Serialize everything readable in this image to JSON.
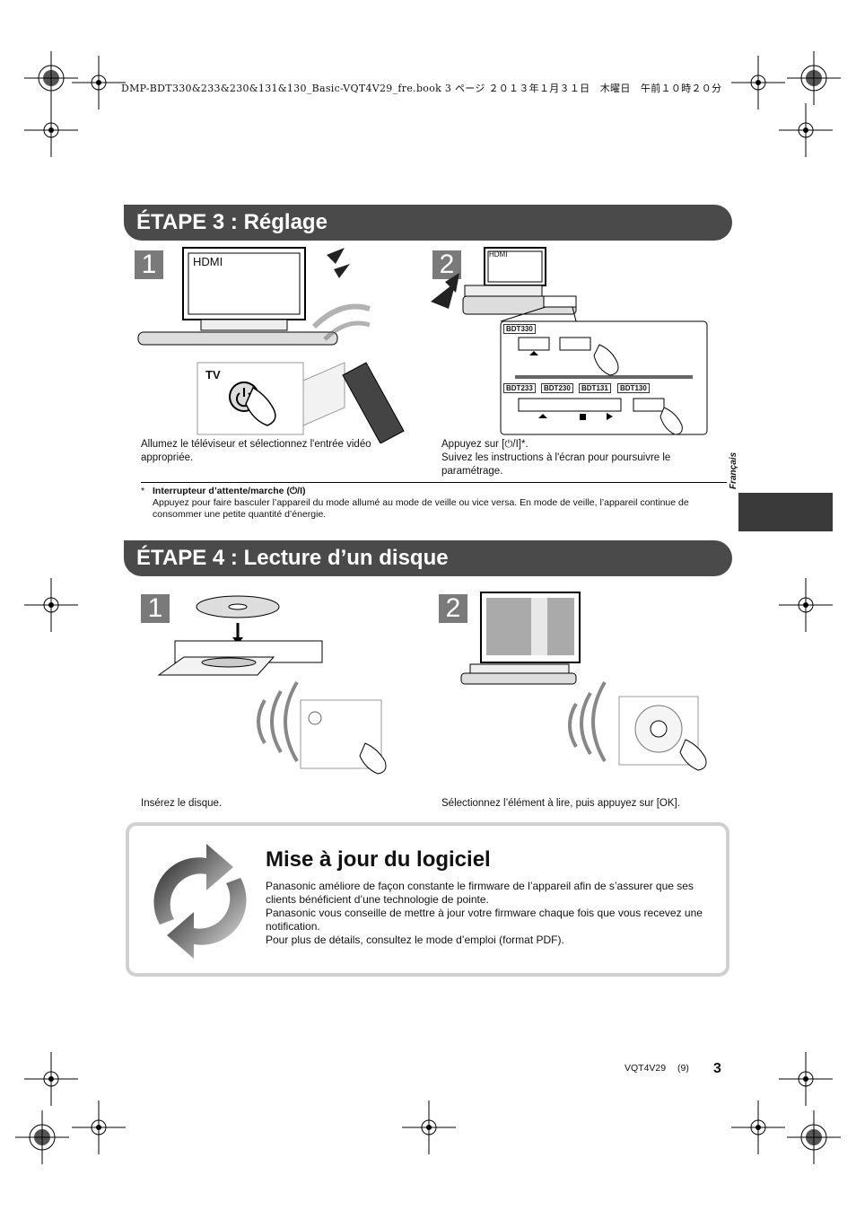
{
  "header": {
    "file_line": "DMP-BDT330&233&230&131&130_Basic-VQT4V29_fre.book  3 ページ  ２０１３年１月３１日　木曜日　午前１０時２０分"
  },
  "side_tab": {
    "language": "Français"
  },
  "step3": {
    "title": "ÉTAPE 3 : Réglage",
    "panel1": {
      "number": "1",
      "tv_label": "HDMI",
      "tv_button_label": "TV",
      "caption": "Allumez le téléviseur et sélectionnez l'entrée vidéo appropriée."
    },
    "panel2": {
      "number": "2",
      "tv_label": "HDMI",
      "models_top": [
        "BDT330"
      ],
      "models_bottom": [
        "BDT233",
        "BDT230",
        "BDT131",
        "BDT130"
      ],
      "caption_line1": "Appuyez sur [⏻/I]*.",
      "caption_line2": "Suivez les instructions à l'écran pour poursuivre le paramétrage."
    },
    "footnote_marker": "*",
    "footnote_title": "Interrupteur d’attente/marche (⏻/I)",
    "footnote_text": "Appuyez pour faire basculer l’appareil du mode allumé au mode de veille ou vice versa. En mode de veille, l’appareil continue de consommer une petite quantité d’énergie."
  },
  "step4": {
    "title": "ÉTAPE 4 : Lecture d’un disque",
    "panel1": {
      "number": "1",
      "caption": "Insérez le disque."
    },
    "panel2": {
      "number": "2",
      "caption": "Sélectionnez l’élément à lire, puis appuyez sur [OK]."
    }
  },
  "update": {
    "title": "Mise à jour du logiciel",
    "para1": "Panasonic améliore de façon constante le firmware de l’appareil afin de s’assurer que ses clients bénéficient d’une technologie de pointe.",
    "para2": "Panasonic vous conseille de mettre à jour votre firmware chaque fois que vous recevez une notification.",
    "para3": "Pour plus de détails, consultez le mode d’emploi (format PDF)."
  },
  "footer": {
    "code": "VQT4V29",
    "sub_page": "(9)",
    "page_number": "3"
  }
}
